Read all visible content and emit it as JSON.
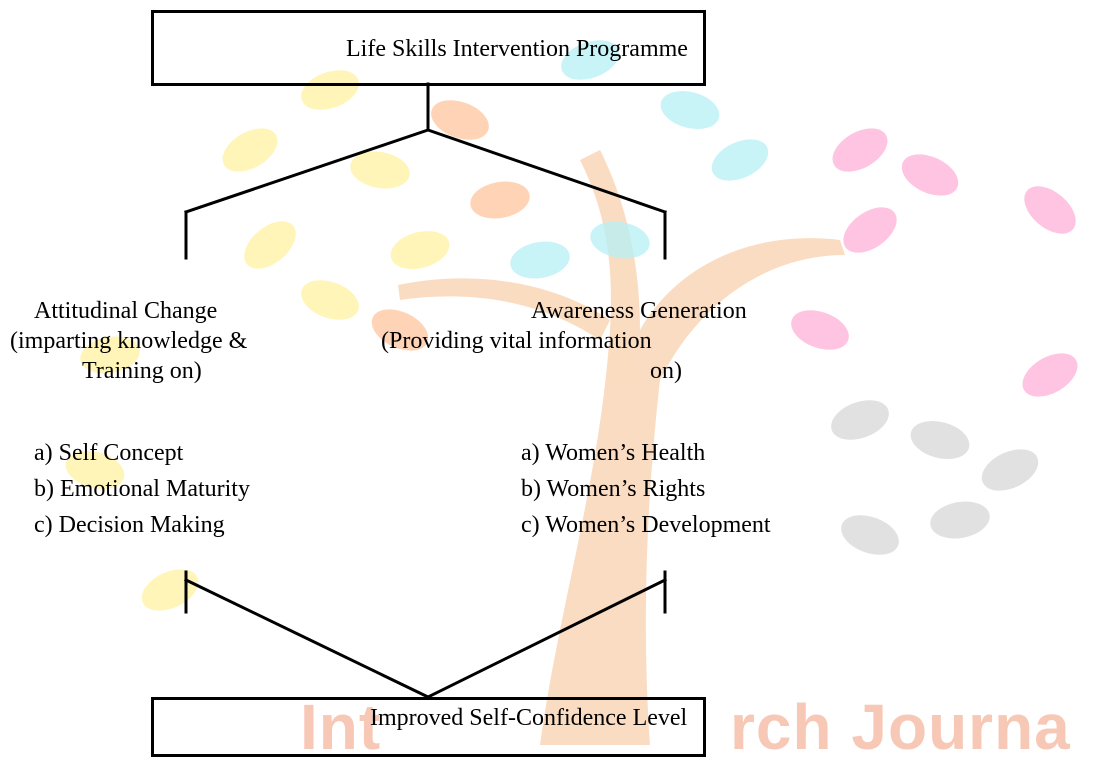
{
  "watermark": {
    "text_left": "Int",
    "text_right": "rch Journa",
    "colors": {
      "trunk": "#f6c08f",
      "yellow": "#fff2a0",
      "orange": "#ffc59e",
      "cyan": "#b6f1f6",
      "pink": "#ffb1d9",
      "grey": "#d7d7d7",
      "text": "#f7c8b6"
    }
  },
  "top_box": {
    "label": "Life Skills Intervention Programme"
  },
  "bottom_box": {
    "label": "Improved Self-Confidence Level"
  },
  "left_branch": {
    "heading_line1": "Attitudinal Change",
    "heading_line2": "(imparting knowledge &",
    "heading_line3": "Training on)",
    "items": [
      "a) Self Concept",
      "b) Emotional Maturity",
      "c) Decision Making"
    ]
  },
  "right_branch": {
    "heading_line1": "Awareness Generation",
    "heading_line2": "(Providing vital information",
    "heading_line3": "on)",
    "items": [
      "a) Women’s Health",
      "b) Women’s Rights",
      "c) Women’s Development"
    ]
  }
}
